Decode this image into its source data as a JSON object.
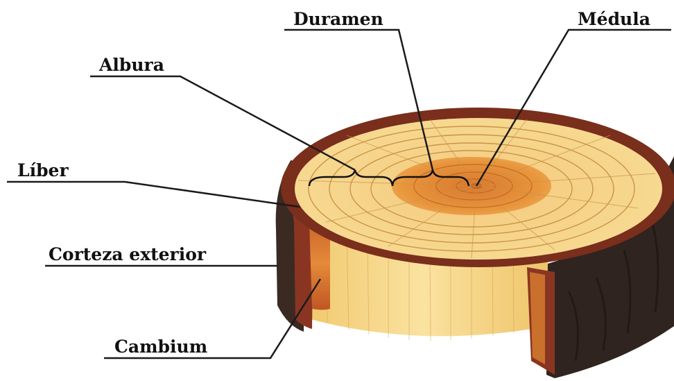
{
  "labels": {
    "duramen": "Duramen",
    "medula": "Médula",
    "albura": "Albura",
    "liber": "Líber",
    "corteza_exterior": "Corteza exterior",
    "cambium": "Cambium"
  },
  "colors": {
    "sapwood": "#f6d98c",
    "heartwood": "#e89a3c",
    "pith": "#d9772e",
    "bark_outer": "#3a2a22",
    "bark_inner": "#8a3522",
    "cambium": "#d9742a",
    "ring_line": "#c99446",
    "leader_line": "#1a1a1a"
  },
  "icons": {
    "diagram": "tree-trunk-cross-section"
  }
}
